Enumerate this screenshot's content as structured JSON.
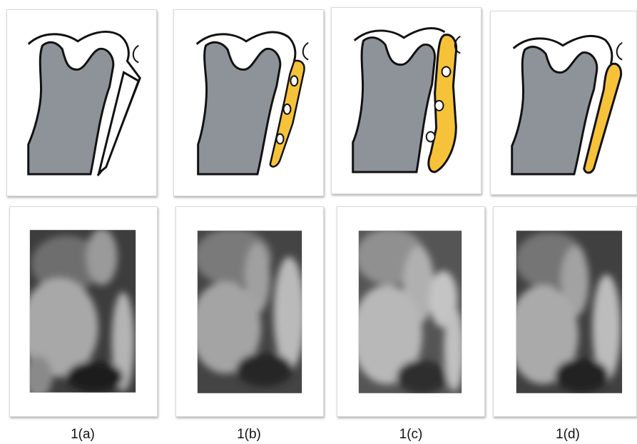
{
  "colors": {
    "bone": "#8e9299",
    "plate": "#f6c23a",
    "outline": "#111111",
    "card_border": "#d9d9d9"
  },
  "panels": [
    {
      "id": "a",
      "caption": "1(a)",
      "implant": "none"
    },
    {
      "id": "b",
      "caption": "1(b)",
      "implant": "perforated-plate"
    },
    {
      "id": "c",
      "caption": "1(c)",
      "implant": "perforated-plate"
    },
    {
      "id": "d",
      "caption": "1(d)",
      "implant": "solid-plate"
    }
  ]
}
